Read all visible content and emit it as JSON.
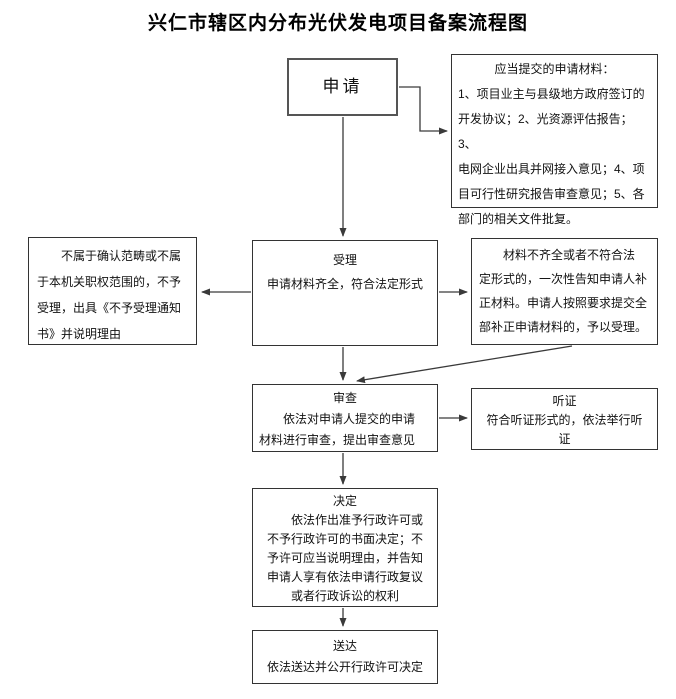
{
  "title": "兴仁市辖区内分布光伏发电项目备案流程图",
  "nodes": {
    "apply": {
      "label": "申请"
    },
    "materials": {
      "heading": "应当提交的申请材料：",
      "body": "1、项目业主与县级地方政府签订的\n开发协议；2、光资源评估报告；3、\n电网企业出具并网接入意见；4、项\n目可行性研究报告审查意见；5、各\n部门的相关文件批复。"
    },
    "accept": {
      "title": "受理",
      "body": "申请材料齐全，符合法定形式"
    },
    "reject": {
      "body": "　　不属于确认范畴或不属\n于本机关职权范围的，不予\n受理，出具《不予受理通知\n书》并说明理由"
    },
    "supplement": {
      "body": "　　材料不齐全或者不符合法\n定形式的，一次性告知申请人补\n正材料。申请人按照要求提交全\n部补正申请材料的，予以受理。"
    },
    "review": {
      "title": "审查",
      "body": "　　依法对申请人提交的申请\n材料进行审查，提出审查意见"
    },
    "hearing": {
      "title": "听证",
      "body": "符合听证形式的，依法举行听\n证"
    },
    "decision": {
      "title": "决定",
      "body": "　　依法作出准予行政许可或\n不予行政许可的书面决定；不\n予许可应当说明理由，并告知\n申请人享有依法申请行政复议\n或者行政诉讼的权利"
    },
    "delivery": {
      "title": "送达",
      "body": "依法送达并公开行政许可决定"
    }
  },
  "colors": {
    "background": "#ffffff",
    "border": "#333333",
    "arrow": "#3a3a3a",
    "text": "#111111"
  }
}
